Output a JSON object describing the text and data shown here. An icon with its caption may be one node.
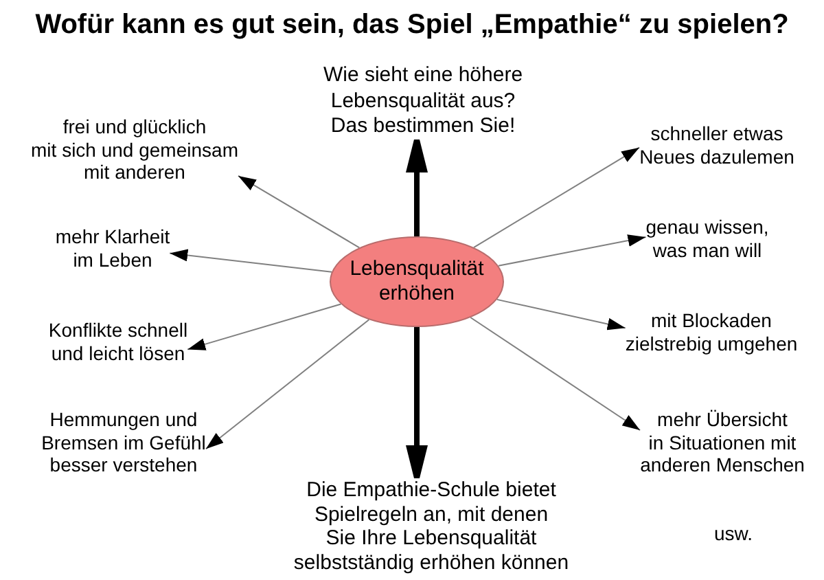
{
  "diagram": {
    "title": "Wofür kann es gut sein, das Spiel „Empathie“ zu spielen?",
    "nodes": [
      {
        "text": [
          "Lebensqualität erhöhen"
        ]
      },
      {
        "text": [
          "Wie sieht eine höhere Lebensqualität aus? Das bestimmen Sie!"
        ]
      },
      {
        "text": [
          "frei und glücklich mit sich und gemeinsam mit anderen"
        ]
      },
      {
        "text": [
          "schneller etwas Neues dazulemen"
        ]
      },
      {
        "text": [
          "mehr Klarheit im Leben"
        ]
      },
      {
        "text": [
          "genau wissen, was man will"
        ]
      },
      {
        "text": [
          "Konflikte schnell und leicht lösen"
        ]
      },
      {
        "text": [
          "mit Blockaden zielstrebig umgehen"
        ]
      },
      {
        "text": [
          "Hemmungen und Bremsen im Gefühl besser verstehen"
        ]
      },
      {
        "text": [
          "mehr Übersicht in Situationen mit anderen Menschen"
        ]
      },
      {
        "text": [
          "Die Empathie-Schule bietet Spielregeln an, mit denen Sie Ihre Lebensqualität selbstständig erhöhen können"
        ]
      }
    ],
    "edges": [
      {
        "from": 0,
        "to": 1,
        "arrow": "to",
        "style": "thick",
        "color": "#000000"
      },
      {
        "from": 0,
        "to": 2,
        "arrow": "to"
      },
      {
        "from": 0,
        "to": 3,
        "arrow": "to"
      },
      {
        "from": 0,
        "to": 4,
        "arrow": "to"
      },
      {
        "from": 0,
        "to": 5,
        "arrow": "to"
      },
      {
        "from": 0,
        "to": 6,
        "arrow": "to"
      },
      {
        "from": 0,
        "to": 7,
        "arrow": "to"
      },
      {
        "from": 0,
        "to": 8,
        "arrow": "to"
      },
      {
        "from": 0,
        "to": 9,
        "arrow": "to"
      },
      {
        "from": 0,
        "to": 10,
        "arrow": "to",
        "style": "thick",
        "color": "#000000"
      }
    ],
    "labels": [
      "usw."
    ]
  }
}
